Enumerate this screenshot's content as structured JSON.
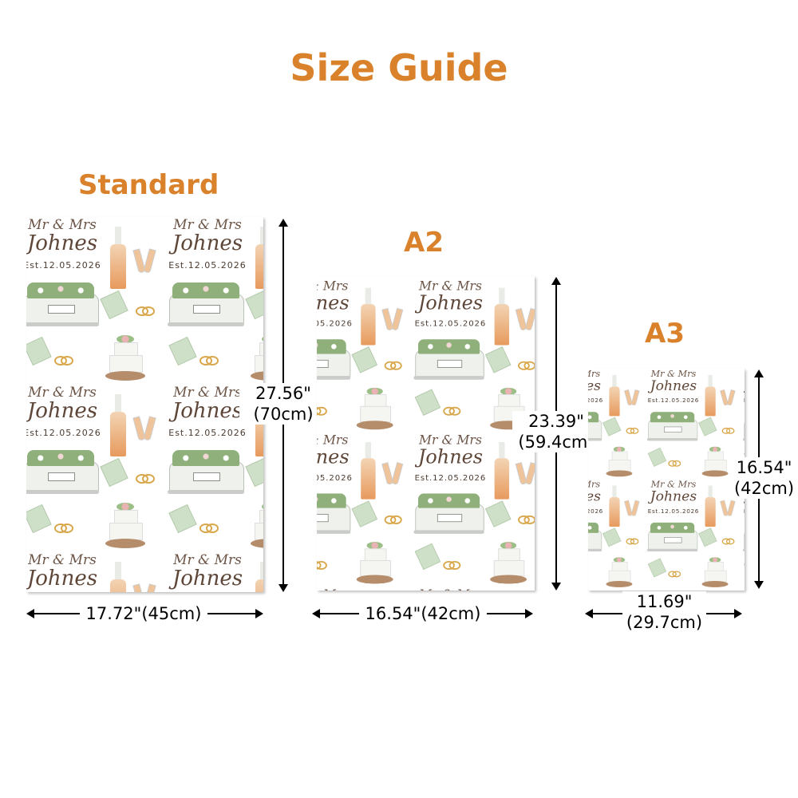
{
  "title": "Size Guide",
  "pattern": {
    "line1": "Mr & Mrs",
    "line2": "Johnes",
    "line3": "Est.12.05.2026"
  },
  "sizes": [
    {
      "name": "Standard",
      "height_label": "27.56\"",
      "height_cm": "(70cm)",
      "width_label": "17.72\"(45cm)"
    },
    {
      "name": "A2",
      "height_label": "23.39\"",
      "height_cm": "(59.4cm)",
      "width_label": "16.54\"(42cm)"
    },
    {
      "name": "A3",
      "height_label": "16.54\"",
      "height_cm": "(42cm)",
      "width_label": "11.69\"",
      "width_cm": "(29.7cm)"
    }
  ],
  "colors": {
    "accent": "#d9822b"
  }
}
